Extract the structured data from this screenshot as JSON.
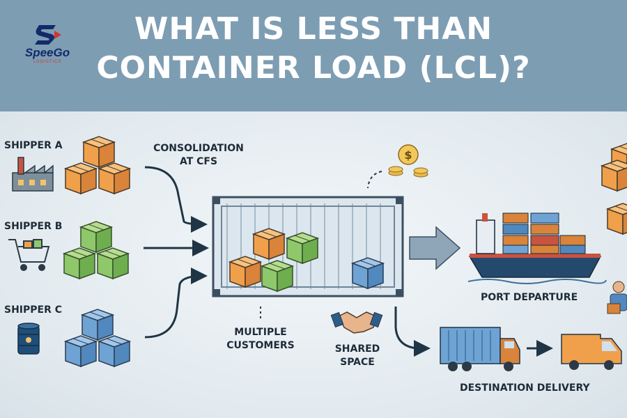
{
  "header": {
    "title_line1": "WHAT IS LESS THAN",
    "title_line2": "CONTAINER LOAD (LCL)?"
  },
  "logo": {
    "mark": "S",
    "name": "SpeeGo",
    "sub": "LOGISTICS"
  },
  "labels": {
    "shipper_a": "SHIPPER A",
    "shipper_b": "SHIPPER B",
    "shipper_c": "SHIPPER C",
    "consolidation_line1": "CONSOLIDATION",
    "consolidation_line2": "AT CFS",
    "multiple_line1": "MULTIPLE",
    "multiple_line2": "CUSTOMERS",
    "shared_line1": "SHARED",
    "shared_line2": "SPACE",
    "port_departure": "PORT DEPARTURE",
    "destination_delivery": "DESTINATION DELIVERY",
    "coin_symbol": "$"
  },
  "icons": [
    "factory-icon",
    "shopping-cart-icon",
    "oil-barrel-icon",
    "coin-stack-icon",
    "handshake-icon",
    "cargo-ship-icon",
    "delivery-truck-icon",
    "delivery-van-icon",
    "worker-icon"
  ],
  "colors": {
    "header": "#7d9db3",
    "orange_box": "#f0a04b",
    "green_box": "#8ec86a",
    "blue_box": "#6fa3d4",
    "arrow": "#1f3546"
  }
}
